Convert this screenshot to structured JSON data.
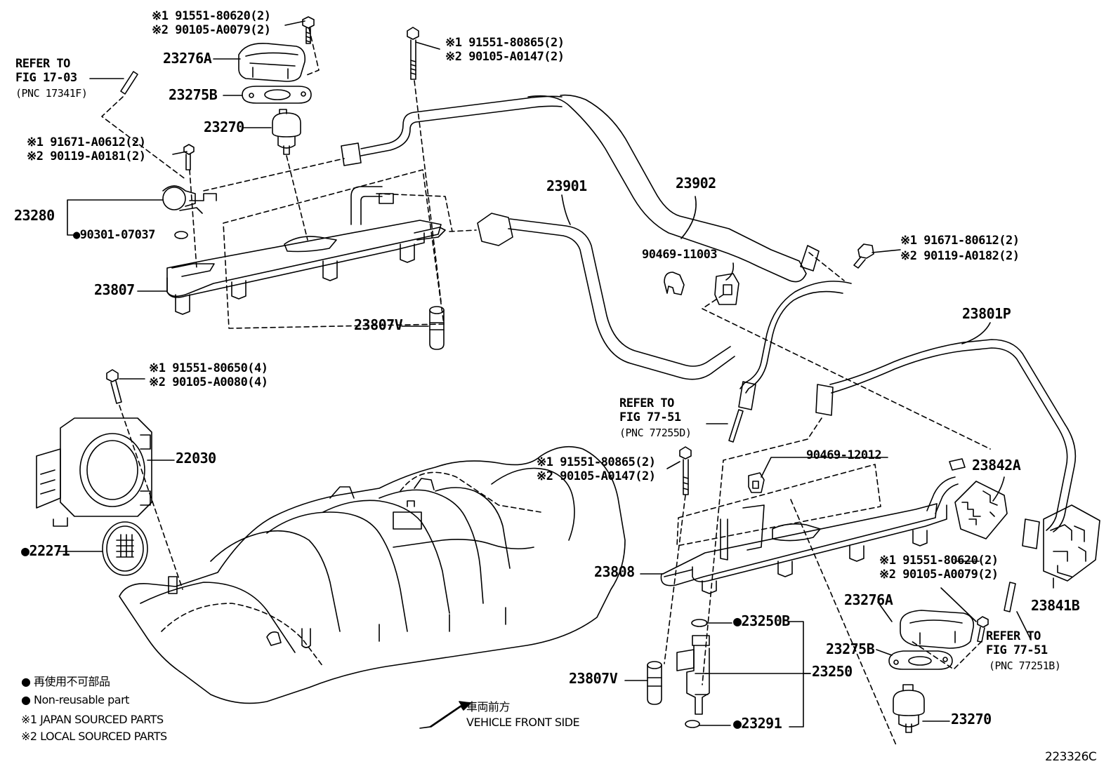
{
  "parts": {
    "p1a": "※1 91551-80620(2)",
    "p1b": "※2 90105-A0079(2)",
    "p2a": "※1 91551-80865(2)",
    "p2b": "※2 90105-A0147(2)",
    "p3a": "※1 91671-A0612(2)",
    "p3b": "※2 90119-A0181(2)",
    "p4a": "※1 91671-80612(2)",
    "p4b": "※2 90119-A0182(2)",
    "p5a": "※1 91551-80650(4)",
    "p5b": "※2 90105-A0080(4)",
    "p6a": "※1 91551-80865(2)",
    "p6b": "※2 90105-A0147(2)",
    "p7a": "※1 91551-80620(2)",
    "p7b": "※2 90105-A0079(2)",
    "c23276A_top": "23276A",
    "c23275B_top": "23275B",
    "c23270_top": "23270",
    "c23280": "23280",
    "c90301": "●90301-07037",
    "c23807": "23807",
    "c23807V_top": "23807V",
    "c23901": "23901",
    "c23902": "23902",
    "c90469_11003": "90469-11003",
    "c23801P": "23801P",
    "c22030": "22030",
    "c22271": "●22271",
    "c90469_12012": "90469-12012",
    "c23842A": "23842A",
    "c23808": "23808",
    "c23841B": "23841B",
    "c23276A_bot": "23276A",
    "c23275B_bot": "23275B",
    "c23250B": "●23250B",
    "c23250": "23250",
    "c23807V_bot": "23807V",
    "c23291": "●23291",
    "c23270_bot": "23270"
  },
  "refs": {
    "r1": [
      "REFER TO",
      "FIG 17-03",
      "(PNC 17341F)"
    ],
    "r2": [
      "REFER TO",
      "FIG 77-51",
      "(PNC 77255D)"
    ],
    "r3": [
      "REFER TO",
      "FIG 77-51",
      "(PNC 77251B)"
    ]
  },
  "legend": {
    "jp_nonreuse": "● 再使用不可部品",
    "en_nonreuse": "● Non-reusable part",
    "japan": "※1 JAPAN SOURCED PARTS",
    "local": "※2 LOCAL SOURCED PARTS"
  },
  "front": {
    "jp": "車両前方",
    "en": "VEHICLE FRONT SIDE"
  },
  "figure_id": "223326C"
}
